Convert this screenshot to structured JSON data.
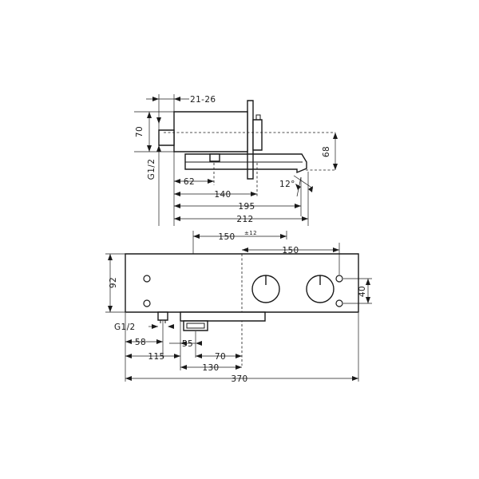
{
  "dimensions": {
    "d_21_26": "21-26",
    "d_70": "70",
    "d_g12_top": "G1/2",
    "d_68": "68",
    "d_62": "62",
    "d_140": "140",
    "d_12deg": "12°",
    "d_195": "195",
    "d_212": "212",
    "d_150_tol_base": "150",
    "d_150_tol_sup": "±12",
    "d_150": "150",
    "d_92": "92",
    "d_40": "40",
    "d_g12_bottom": "G1/2",
    "d_58": "58",
    "d_55": "55",
    "d_115": "115",
    "d_70b": "70",
    "d_130": "130",
    "d_370": "370"
  }
}
